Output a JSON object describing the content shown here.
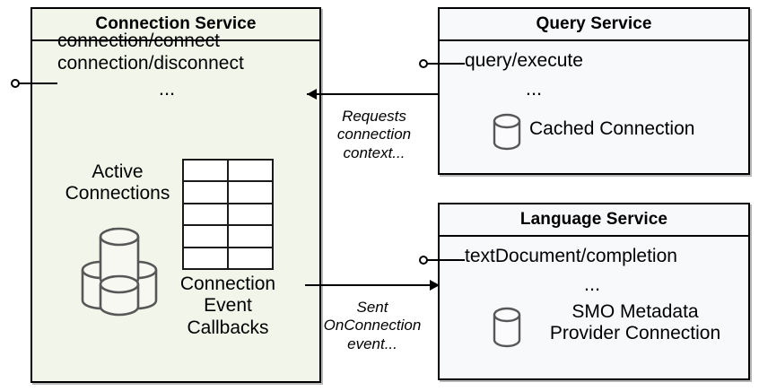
{
  "diagram": {
    "type": "component-diagram",
    "title": "Connection Service architecture",
    "colors": {
      "connection_service_fill": "#f2f5e9",
      "query_service_fill": "#f8f9fb",
      "language_service_fill": "#f8f9fb",
      "border": "#000000",
      "cylinder_stroke": "#575757",
      "text": "#000000"
    }
  },
  "connection_service": {
    "title": "Connection Service",
    "interface_name": "connection-service-provided-interface",
    "operations_line1": "connection/connect",
    "operations_line2": "connection/disconnect",
    "operations_more": "...",
    "active_connections_label": "Active\nConnections",
    "active_connections_label_line1": "Active",
    "active_connections_label_line2": "Connections",
    "active_connections_icon": "multi-database-cylinders-icon",
    "callbacks_label_line1": "Connection",
    "callbacks_label_line2": "Event",
    "callbacks_label_line3": "Callbacks",
    "callbacks_table": {
      "rows": 5,
      "columns": 2,
      "cells": [
        [
          "",
          ""
        ],
        [
          "",
          ""
        ],
        [
          "",
          ""
        ],
        [
          "",
          ""
        ],
        [
          "",
          ""
        ]
      ]
    }
  },
  "query_service": {
    "title": "Query Service",
    "interface_name": "query-service-provided-interface",
    "operations_line1": "query/execute",
    "operations_more": "...",
    "resource_icon": "database-cylinder-icon",
    "resource_label": "Cached Connection"
  },
  "language_service": {
    "title": "Language Service",
    "interface_name": "language-service-provided-interface",
    "operations_line1": "textDocument/completion",
    "operations_more": "...",
    "resource_icon": "database-cylinder-icon",
    "resource_label_line1": "SMO Metadata",
    "resource_label_line2": "Provider Connection"
  },
  "edges": [
    {
      "id": "query-to-connection",
      "from": "query_service",
      "to": "connection_service",
      "direction": "left",
      "label_line1": "Requests",
      "label_line2": "connection",
      "label_line3": "context..."
    },
    {
      "id": "connection-to-language",
      "from": "connection_service",
      "to": "language_service",
      "direction": "right",
      "label_line1": "Sent",
      "label_line2": "OnConnection",
      "label_line3": "event..."
    }
  ]
}
